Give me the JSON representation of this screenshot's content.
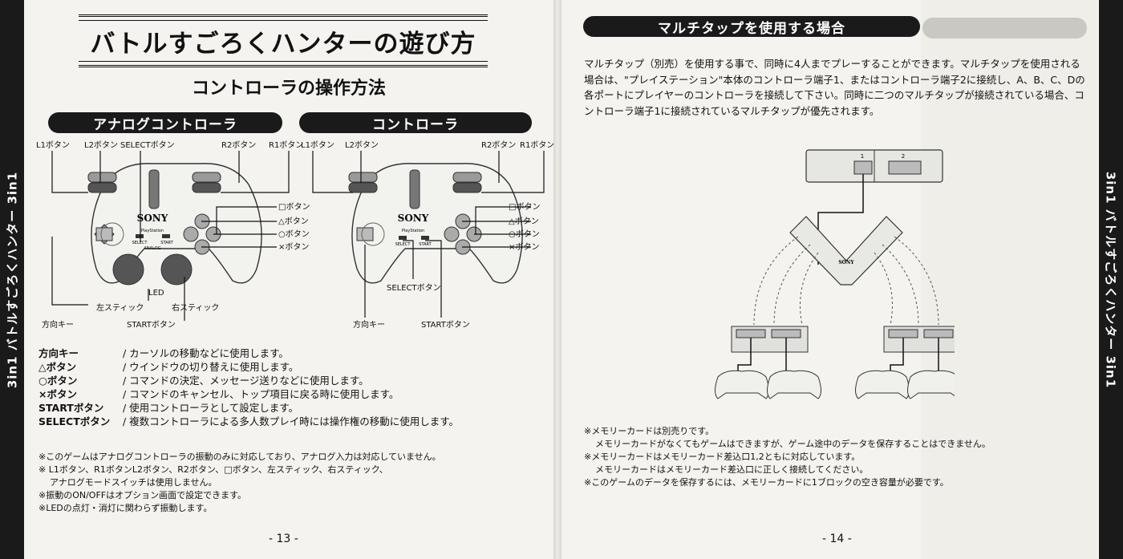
{
  "spine": {
    "left_text": "3in1 バトルすごろくハンター 3in1",
    "right_text": "3in1 バトルすごろくハンター 3in1"
  },
  "left_page": {
    "title": "バトルすごろくハンターの遊び方",
    "subtitle": "コントローラの操作方法",
    "analog_heading": "アナログコントローラ",
    "digital_heading": "コントローラ",
    "analog_labels": {
      "l1": "L1ボタン",
      "l2": "L2ボタン",
      "select": "SELECTボタン",
      "r2": "R2ボタン",
      "r1": "R1ボタン",
      "square": "□ボタン",
      "triangle": "△ボタン",
      "circle": "○ボタン",
      "cross": "×ボタン",
      "led": "LED",
      "left_stick": "左スティック",
      "right_stick": "右スティック",
      "dpad": "方向キー",
      "start": "STARTボタン"
    },
    "digital_labels": {
      "l1": "L1ボタン",
      "l2": "L2ボタン",
      "r2": "R2ボタン",
      "r1": "R1ボタン",
      "square": "□ボタン",
      "triangle": "△ボタン",
      "circle": "○ボタン",
      "cross": "×ボタン",
      "select": "SELECTボタン",
      "dpad": "方向キー",
      "start": "STARTボタン"
    },
    "controller_print": {
      "brand": "SONY",
      "console": "PlayStation",
      "select": "SELECT",
      "start": "START",
      "analog": "ANALOG"
    },
    "descriptions": [
      {
        "key": "方向キー",
        "text": "/ カーソルの移動などに使用します。"
      },
      {
        "key": "△ボタン",
        "text": "/ ウインドウの切り替えに使用します。"
      },
      {
        "key": "○ボタン",
        "text": "/ コマンドの決定、メッセージ送りなどに使用します。"
      },
      {
        "key": "×ボタン",
        "text": "/ コマンドのキャンセル、トップ項目に戻る時に使用します。"
      },
      {
        "key": "STARTボタン",
        "text": "/ 使用コントローラとして設定します。"
      },
      {
        "key": "SELECTボタン",
        "text": "/ 複数コントローラによる多人数プレイ時には操作権の移動に使用します。"
      }
    ],
    "notes": [
      "※このゲームはアナログコントローラの振動のみに対応しており、アナログ入力は対応していません。",
      "※ L1ボタン、R1ボタンL2ボタン、R2ボタン、□ボタン、左スティック、右スティック、",
      "アナログモードスイッチは使用しません。",
      "※振動のON/OFFはオプション画面で設定できます。",
      "※LEDの点灯・消灯に関わらず振動します。"
    ],
    "page_number": "- 13 -"
  },
  "right_page": {
    "heading": "マルチタップを使用する場合",
    "paragraph": "マルチタップ（別売）を使用する事で、同時に4人までプレーすることができます。マルチタップを使用される場合は、\"プレイステーション\"本体のコントローラ端子1、またはコントローラ端子2に接続し、A、B、C、Dの各ポートにプレイヤーのコントローラを接続して下さい。同時に二つのマルチタップが接続されている場合、コントローラ端子1に接続されているマルチタップが優先されます。",
    "console_ports": [
      "1",
      "2"
    ],
    "multitap_brand": "SONY",
    "notes": [
      "※メモリーカードは別売りです。",
      "メモリーカードがなくてもゲームはできますが、ゲーム途中のデータを保存することはできません。",
      "※メモリーカードはメモリーカード差込口1,2ともに対応しています。",
      "メモリーカードはメモリーカード差込口に正しく接続してください。",
      "※このゲームのデータを保存するには、メモリーカードに1ブロックの空き容量が必要です。"
    ],
    "page_number": "- 14 -"
  }
}
